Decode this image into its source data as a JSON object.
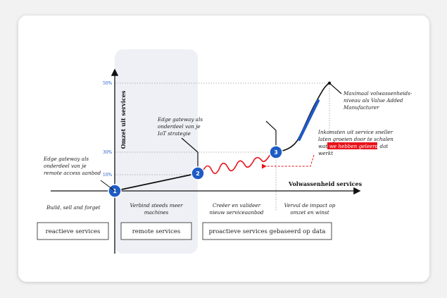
{
  "axes": {
    "y_title": "Omzet uit services",
    "x_title": "Volwassenheid services",
    "y_ticks": [
      "50%",
      "30%",
      "10%"
    ]
  },
  "nodes": [
    "1",
    "2",
    "3"
  ],
  "annotations": {
    "node1": [
      "Edge gateway als",
      "onderdeel van je",
      "remote access aanbod"
    ],
    "node2": [
      "Edge gateway als",
      "onderdeel van je",
      "IoT strategie"
    ],
    "peak": [
      "Maximaal volwassenheids-",
      "niveau als Value Added",
      "Manufacturer"
    ],
    "scale": {
      "line1": "Inkomsten uit service sneller",
      "line2": "laten groeien door te schalen",
      "line3_before": "wat ",
      "line3_highlight": "we hebben geleerd",
      "line3_after": " dat",
      "line4": "werkt"
    }
  },
  "phases": {
    "phase1": [
      "Build, sell and forget"
    ],
    "phase2": [
      "Verbind steeds meer",
      "machines"
    ],
    "phase3": [
      "Creëer en valideer",
      "nieuw serviceaanbod"
    ],
    "phase4": [
      "Vervul de impact op",
      "omzet en winst"
    ]
  },
  "boxes": [
    "reactieve services",
    "remote services",
    "proactieve services gebaseerd op data"
  ],
  "colors": {
    "node_blue": "#1e5bc6",
    "highlight_red": "#e8131b",
    "panel_gray": "#eef0f5",
    "guide_gray": "#9a9a9a"
  }
}
